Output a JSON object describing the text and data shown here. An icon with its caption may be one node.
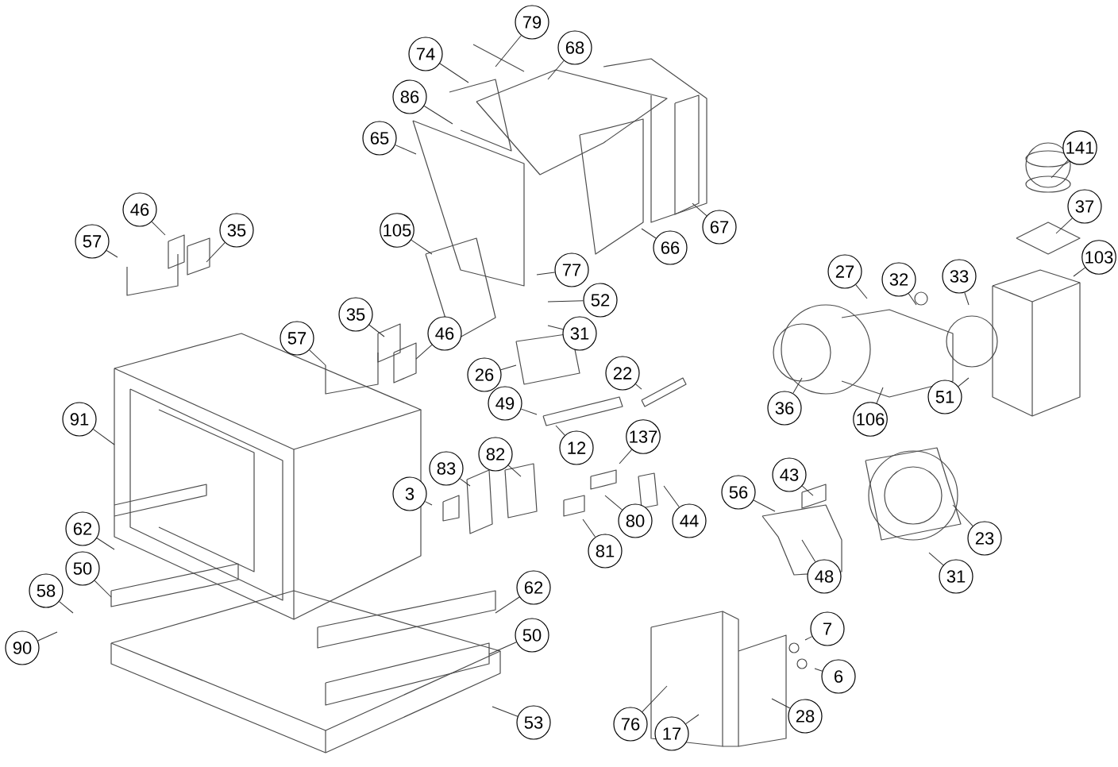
{
  "diagram": {
    "nodes": [
      {
        "text": [
          "79"
        ]
      },
      {
        "text": [
          "68"
        ]
      },
      {
        "text": [
          "74"
        ]
      },
      {
        "text": [
          "86"
        ]
      },
      {
        "text": [
          "65"
        ]
      },
      {
        "text": [
          "141"
        ]
      },
      {
        "text": [
          "37"
        ]
      },
      {
        "text": [
          "46"
        ]
      },
      {
        "text": [
          "67"
        ]
      },
      {
        "text": [
          "35"
        ]
      },
      {
        "text": [
          "105"
        ]
      },
      {
        "text": [
          "57"
        ]
      },
      {
        "text": [
          "66"
        ]
      },
      {
        "text": [
          "103"
        ]
      },
      {
        "text": [
          "77"
        ]
      },
      {
        "text": [
          "33"
        ]
      },
      {
        "text": [
          "27"
        ]
      },
      {
        "text": [
          "32"
        ]
      },
      {
        "text": [
          "52"
        ]
      },
      {
        "text": [
          "35"
        ]
      },
      {
        "text": [
          "31"
        ]
      },
      {
        "text": [
          "46"
        ]
      },
      {
        "text": [
          "57"
        ]
      },
      {
        "text": [
          "26"
        ]
      },
      {
        "text": [
          "22"
        ]
      },
      {
        "text": [
          "51"
        ]
      },
      {
        "text": [
          "49"
        ]
      },
      {
        "text": [
          "36"
        ]
      },
      {
        "text": [
          "91"
        ]
      },
      {
        "text": [
          "106"
        ]
      },
      {
        "text": [
          "137"
        ]
      },
      {
        "text": [
          "12"
        ]
      },
      {
        "text": [
          "82"
        ]
      },
      {
        "text": [
          "83"
        ]
      },
      {
        "text": [
          "43"
        ]
      },
      {
        "text": [
          "56"
        ]
      },
      {
        "text": [
          "3"
        ]
      },
      {
        "text": [
          "80"
        ]
      },
      {
        "text": [
          "44"
        ]
      },
      {
        "text": [
          "62"
        ]
      },
      {
        "text": [
          "23"
        ]
      },
      {
        "text": [
          "81"
        ]
      },
      {
        "text": [
          "50"
        ]
      },
      {
        "text": [
          "48"
        ]
      },
      {
        "text": [
          "31"
        ]
      },
      {
        "text": [
          "62"
        ]
      },
      {
        "text": [
          "58"
        ]
      },
      {
        "text": [
          "7"
        ]
      },
      {
        "text": [
          "50"
        ]
      },
      {
        "text": [
          "90"
        ]
      },
      {
        "text": [
          "6"
        ]
      },
      {
        "text": [
          "28"
        ]
      },
      {
        "text": [
          "53"
        ]
      },
      {
        "text": [
          "76"
        ]
      },
      {
        "text": [
          "17"
        ]
      }
    ],
    "edges": [
      {
        "from": 0,
        "to": null,
        "arrow": "none"
      },
      {
        "from": 1,
        "to": null,
        "arrow": "none"
      },
      {
        "from": 2,
        "to": null,
        "arrow": "none"
      },
      {
        "from": 3,
        "to": null,
        "arrow": "none"
      },
      {
        "from": 4,
        "to": null,
        "arrow": "none"
      },
      {
        "from": 5,
        "to": null,
        "arrow": "none"
      },
      {
        "from": 6,
        "to": null,
        "arrow": "none"
      },
      {
        "from": 7,
        "to": null,
        "arrow": "none"
      },
      {
        "from": 8,
        "to": null,
        "arrow": "none"
      },
      {
        "from": 9,
        "to": null,
        "arrow": "none"
      },
      {
        "from": 10,
        "to": null,
        "arrow": "none"
      },
      {
        "from": 11,
        "to": null,
        "arrow": "none"
      },
      {
        "from": 12,
        "to": null,
        "arrow": "none"
      },
      {
        "from": 13,
        "to": null,
        "arrow": "none"
      },
      {
        "from": 14,
        "to": null,
        "arrow": "none"
      },
      {
        "from": 15,
        "to": null,
        "arrow": "none"
      },
      {
        "from": 16,
        "to": null,
        "arrow": "none"
      },
      {
        "from": 17,
        "to": null,
        "arrow": "none"
      },
      {
        "from": 18,
        "to": null,
        "arrow": "none"
      },
      {
        "from": 19,
        "to": null,
        "arrow": "none"
      },
      {
        "from": 20,
        "to": null,
        "arrow": "none"
      },
      {
        "from": 21,
        "to": null,
        "arrow": "none"
      },
      {
        "from": 22,
        "to": null,
        "arrow": "none"
      },
      {
        "from": 23,
        "to": null,
        "arrow": "none"
      },
      {
        "from": 24,
        "to": null,
        "arrow": "none"
      },
      {
        "from": 25,
        "to": null,
        "arrow": "none"
      },
      {
        "from": 26,
        "to": null,
        "arrow": "none"
      },
      {
        "from": 27,
        "to": null,
        "arrow": "none"
      },
      {
        "from": 28,
        "to": null,
        "arrow": "none"
      },
      {
        "from": 29,
        "to": null,
        "arrow": "none"
      },
      {
        "from": 30,
        "to": null,
        "arrow": "none"
      },
      {
        "from": 31,
        "to": null,
        "arrow": "none"
      },
      {
        "from": 32,
        "to": null,
        "arrow": "none"
      },
      {
        "from": 33,
        "to": null,
        "arrow": "none"
      },
      {
        "from": 34,
        "to": null,
        "arrow": "none"
      },
      {
        "from": 35,
        "to": null,
        "arrow": "none"
      },
      {
        "from": 36,
        "to": null,
        "arrow": "none"
      },
      {
        "from": 37,
        "to": null,
        "arrow": "none"
      },
      {
        "from": 38,
        "to": null,
        "arrow": "none"
      },
      {
        "from": 39,
        "to": null,
        "arrow": "none"
      },
      {
        "from": 40,
        "to": null,
        "arrow": "none"
      },
      {
        "from": 41,
        "to": null,
        "arrow": "none"
      },
      {
        "from": 42,
        "to": null,
        "arrow": "none"
      },
      {
        "from": 43,
        "to": null,
        "arrow": "none"
      },
      {
        "from": 44,
        "to": null,
        "arrow": "none"
      },
      {
        "from": 45,
        "to": null,
        "arrow": "none"
      },
      {
        "from": 46,
        "to": null,
        "arrow": "none"
      },
      {
        "from": 47,
        "to": null,
        "arrow": "none"
      },
      {
        "from": 48,
        "to": null,
        "arrow": "none"
      },
      {
        "from": 49,
        "to": null,
        "arrow": "none"
      },
      {
        "from": 50,
        "to": null,
        "arrow": "none"
      },
      {
        "from": 51,
        "to": null,
        "arrow": "none"
      },
      {
        "from": 52,
        "to": null,
        "arrow": "none"
      },
      {
        "from": 53,
        "to": null,
        "arrow": "none"
      },
      {
        "from": 54,
        "to": null,
        "arrow": "none"
      }
    ]
  }
}
